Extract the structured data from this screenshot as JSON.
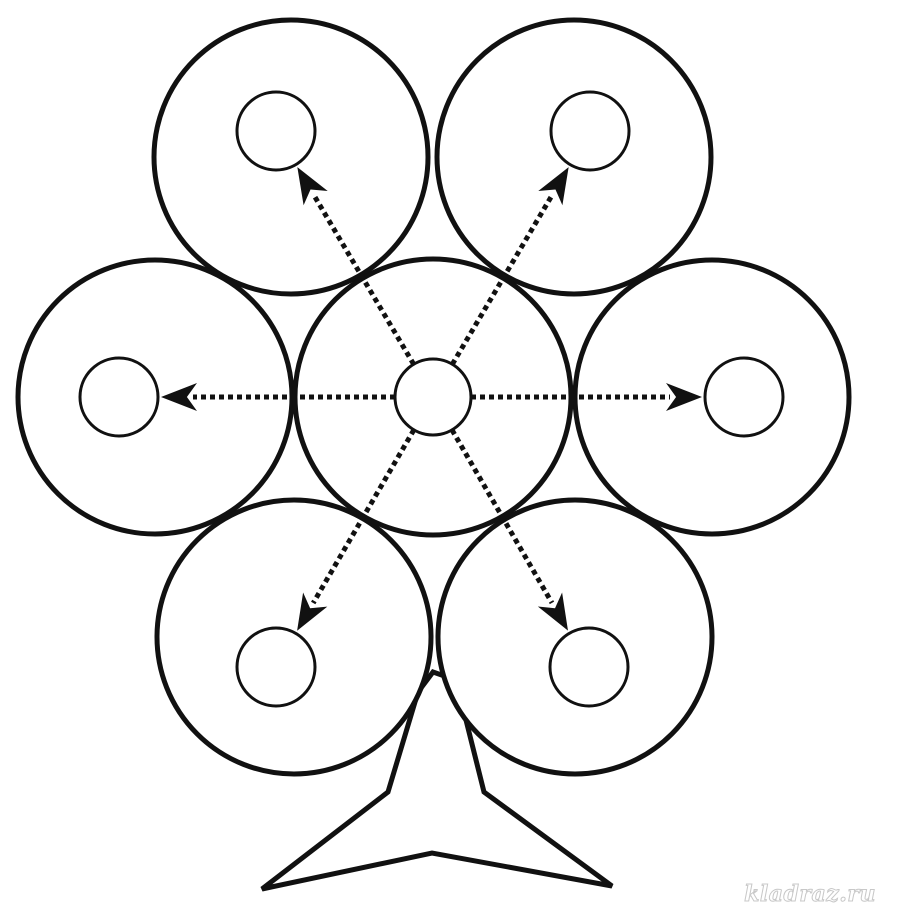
{
  "diagram": {
    "watermark": "kladraz.ru",
    "colors": {
      "stroke": "#111111",
      "background": "#ffffff"
    },
    "nodes": [
      {
        "id": "center",
        "name": "center-ball"
      },
      {
        "id": "top-left",
        "name": "top-left-ball"
      },
      {
        "id": "top-right",
        "name": "top-right-ball"
      },
      {
        "id": "left",
        "name": "left-ball"
      },
      {
        "id": "right",
        "name": "right-ball"
      },
      {
        "id": "bottom-left",
        "name": "bottom-left-ball"
      },
      {
        "id": "bottom-right",
        "name": "bottom-right-ball"
      }
    ],
    "arrows": [
      {
        "from": "center",
        "to": "top-left"
      },
      {
        "from": "center",
        "to": "top-right"
      },
      {
        "from": "center",
        "to": "left"
      },
      {
        "from": "center",
        "to": "right"
      },
      {
        "from": "center",
        "to": "bottom-left"
      },
      {
        "from": "center",
        "to": "bottom-right"
      }
    ]
  }
}
